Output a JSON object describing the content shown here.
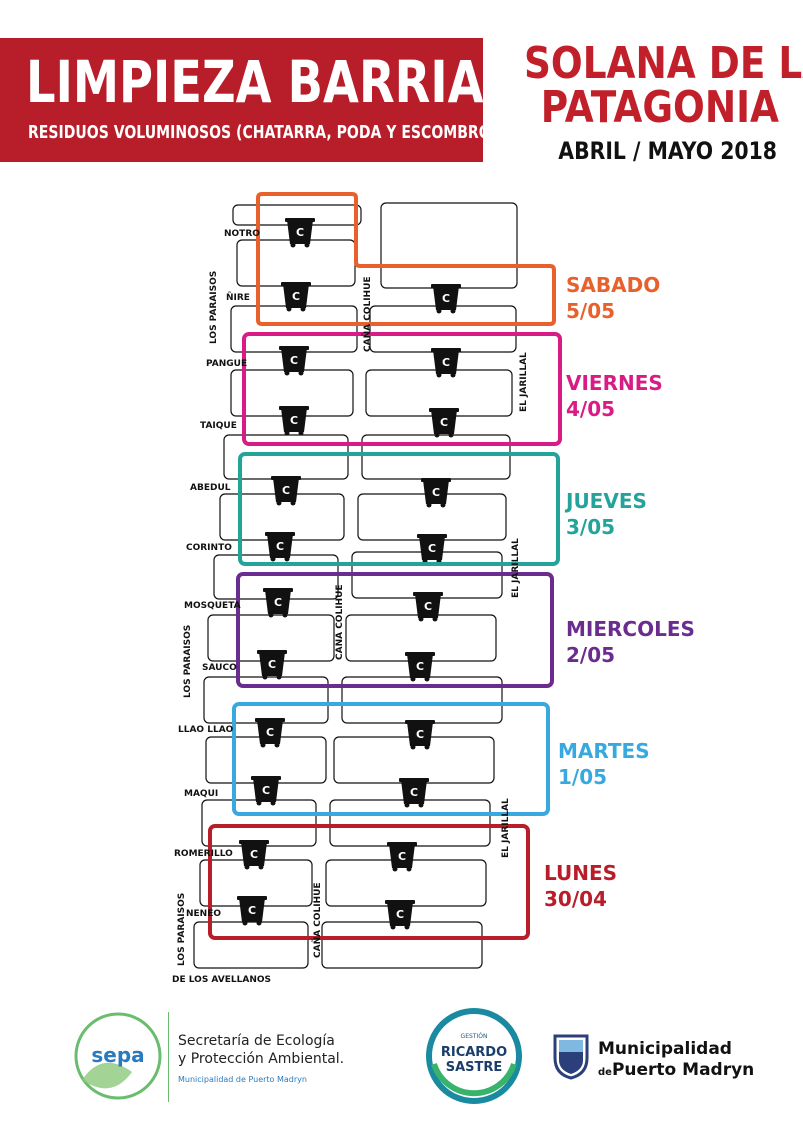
{
  "header": {
    "title": "LIMPIEZA BARRIAL",
    "subtitle": "RESIDUOS VOLUMINOSOS (CHATARRA, PODA Y ESCOMBROS)",
    "neighborhood_line1": "SOLANA DE LA",
    "neighborhood_line2": "PATAGONIA",
    "period": "ABRIL / MAYO 2018",
    "banner_color": "#b81d2a"
  },
  "streets": {
    "notro": "NOTRO",
    "nire": "ÑIRE",
    "pangue": "PANGUE",
    "taique": "TAIQUE",
    "abedul": "ABEDUL",
    "corinto": "CORINTO",
    "mosqueta": "MOSQUETA",
    "sauco": "SAUCO",
    "llao_llao": "LLAO LLAO",
    "maqui": "MAQUI",
    "romerillo": "ROMERILLO",
    "neneo": "NENEO",
    "de_los_avellanos": "DE LOS AVELLANOS",
    "los_paraisos": "LOS PARAISOS",
    "cana_colihue": "CAÑA COLIHUE",
    "el_jarillal": "EL JARILLAL"
  },
  "container_label": "C",
  "schedule": [
    {
      "day": "SABADO",
      "date": "5/05",
      "color": "#e8602c"
    },
    {
      "day": "VIERNES",
      "date": "4/05",
      "color": "#d81b85"
    },
    {
      "day": "JUEVES",
      "date": "3/05",
      "color": "#23a39a"
    },
    {
      "day": "MIERCOLES",
      "date": "2/05",
      "color": "#6a2c8e"
    },
    {
      "day": "MARTES",
      "date": "1/05",
      "color": "#38a9de"
    },
    {
      "day": "LUNES",
      "date": "30/04",
      "color": "#b81d2a"
    }
  ],
  "footer": {
    "sepa_logo": "sepa",
    "sepa_name_line1": "Secretaría de Ecología",
    "sepa_name_line2": "y Protección Ambiental.",
    "sepa_municipality": "Municipalidad de Puerto Madryn",
    "gestion_label": "GESTIÓN",
    "gestion_name_line1": "RICARDO",
    "gestion_name_line2": "SASTRE",
    "muni_line1": "Municipalidad",
    "muni_line2_prefix": "de",
    "muni_line2": "Puerto Madryn"
  }
}
